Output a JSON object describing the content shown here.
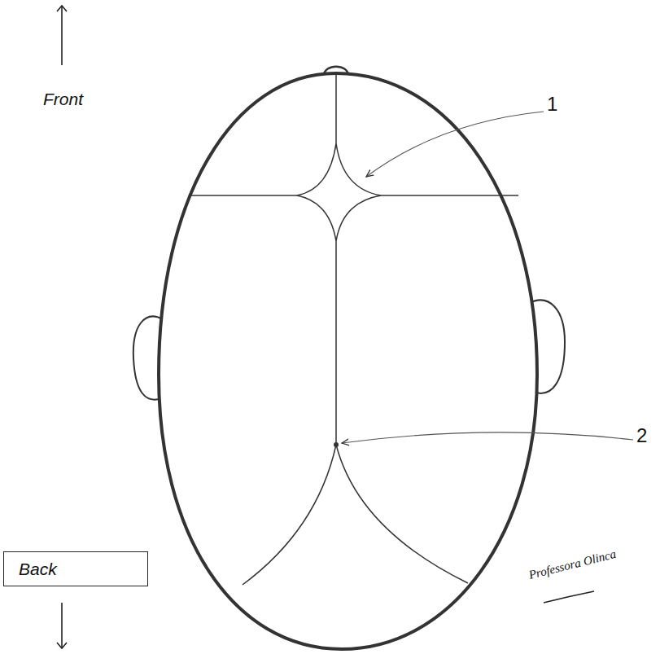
{
  "diagram": {
    "nodes": [
      {
        "text": [
          "Back"
        ]
      }
    ],
    "labels": [
      "Front",
      "1",
      "2",
      "Professora Olinca"
    ]
  }
}
